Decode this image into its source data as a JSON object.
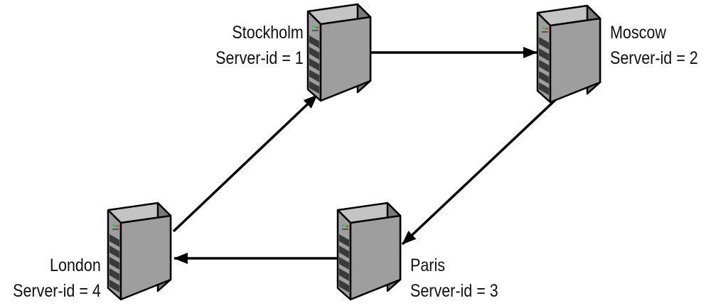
{
  "nodes": [
    {
      "id": "stockholm",
      "city": "Stockholm",
      "server_id": "Server-id = 1",
      "icon": "server-tower-icon"
    },
    {
      "id": "moscow",
      "city": "Moscow",
      "server_id": "Server-id = 2",
      "icon": "server-tower-icon"
    },
    {
      "id": "paris",
      "city": "Paris",
      "server_id": "Server-id = 3",
      "icon": "server-tower-icon"
    },
    {
      "id": "london",
      "city": "London",
      "server_id": "Server-id = 4",
      "icon": "server-tower-icon"
    }
  ],
  "edges": [
    {
      "from": "stockholm",
      "to": "moscow"
    },
    {
      "from": "moscow",
      "to": "paris"
    },
    {
      "from": "paris",
      "to": "london"
    },
    {
      "from": "london",
      "to": "stockholm"
    }
  ],
  "colors": {
    "arrow": "#000000",
    "server_front": "#9e9e9e",
    "server_side": "#7a7a7a",
    "server_top": "#c4c4c4",
    "server_outline": "#000000",
    "bay_dark": "#3a3a3a"
  }
}
